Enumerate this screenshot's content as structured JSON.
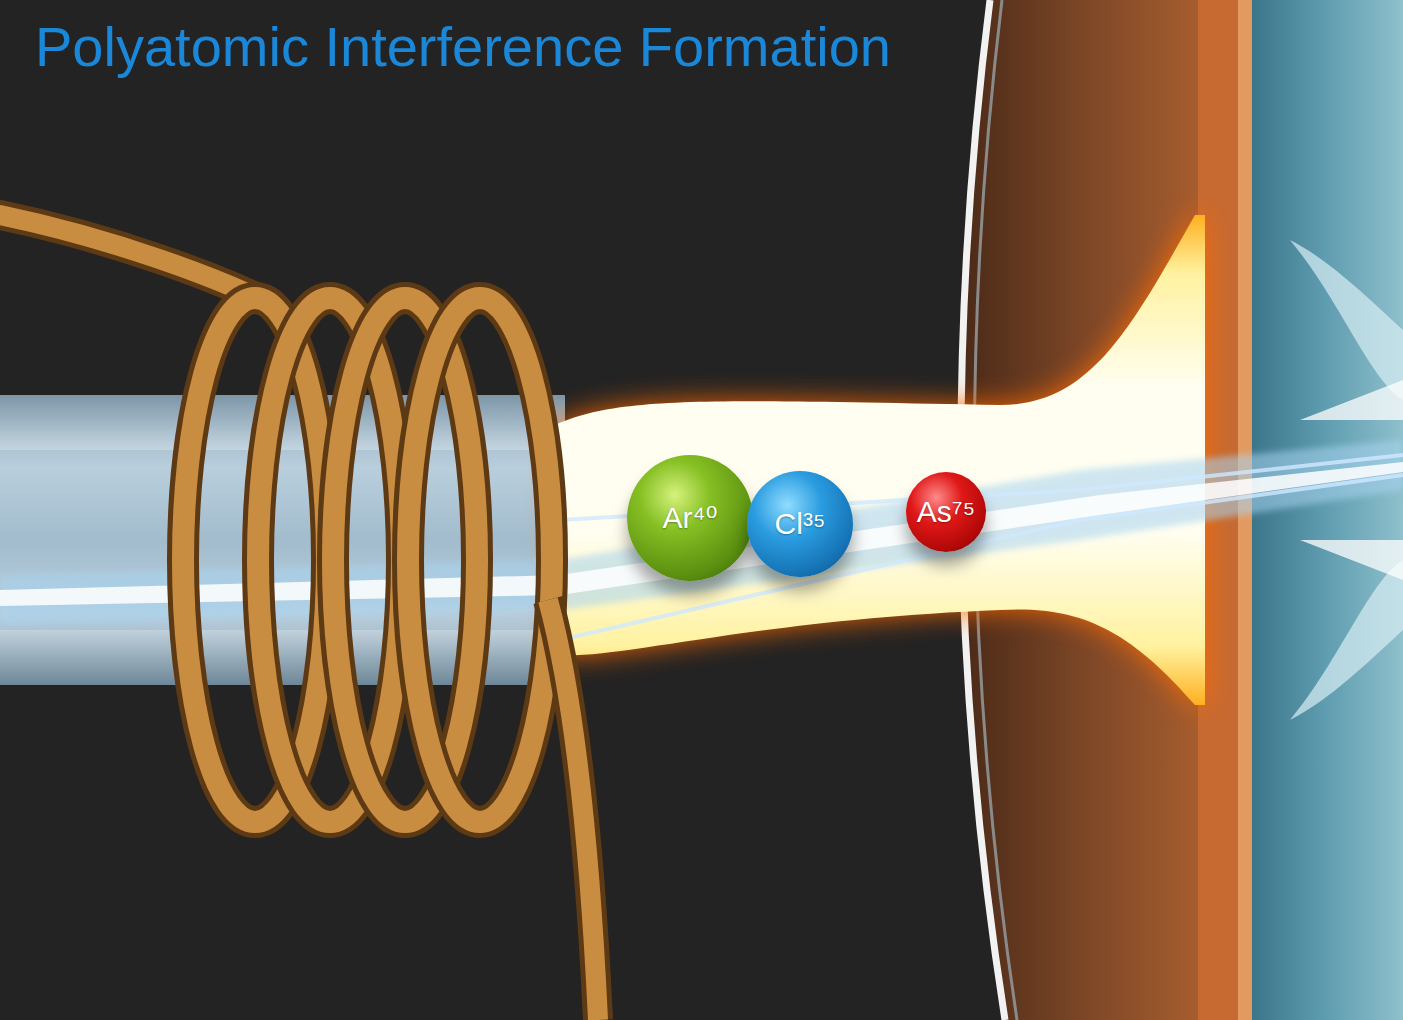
{
  "diagram": {
    "title": "Polyatomic Interference Formation",
    "nodes": [
      {
        "text": [
          "Ar⁴⁰"
        ]
      },
      {
        "text": [
          "Cl³⁵"
        ]
      },
      {
        "text": [
          "As⁷⁵"
        ]
      }
    ]
  }
}
